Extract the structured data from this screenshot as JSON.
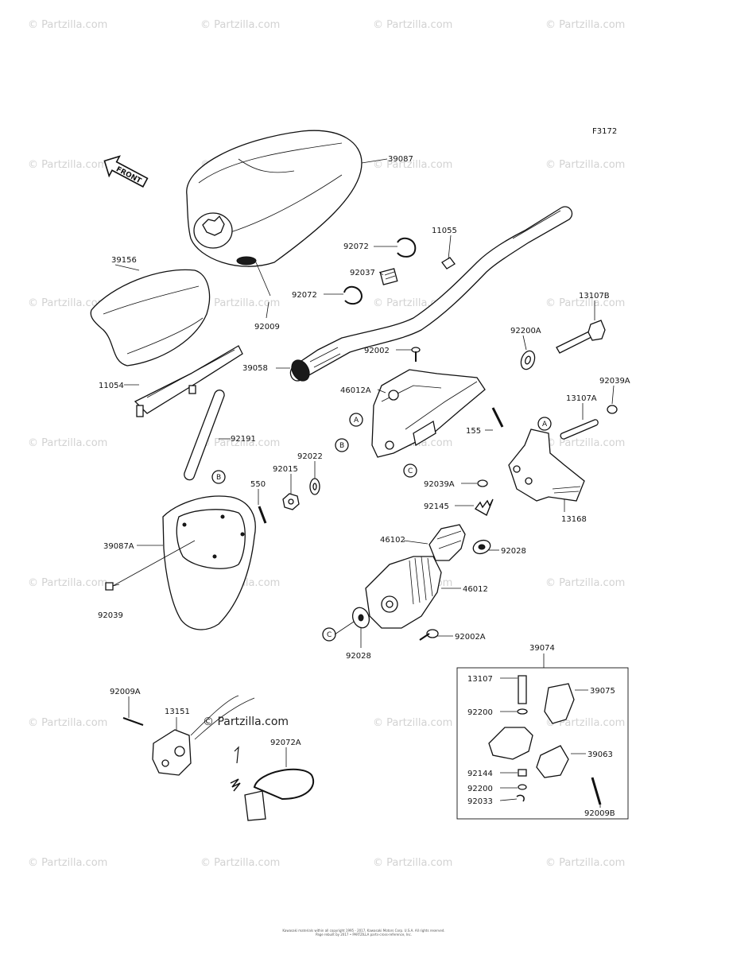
{
  "drawing_id": "F3172",
  "front_label": "FRONT",
  "watermark": "© Partzilla.com",
  "center_watermark": "© Partzilla.com",
  "footer_copyright": "Kawasaki materials within all copyright 1995 - 2017, Kawasaki Motors Corp. U.S.A. All rights reserved. Page rebuilt by 2017 • PARTZILLA parts-cross-reference, Inc.",
  "parts": {
    "p39087": "39087",
    "p39156": "39156",
    "p92009": "92009",
    "p11054": "11054",
    "p92191": "92191",
    "p39087A": "39087A",
    "p92039": "92039",
    "p550": "550",
    "p92015": "92015",
    "p92022": "92022",
    "p92072_top": "92072",
    "p92072_mid": "92072",
    "p92037": "92037",
    "p11055": "11055",
    "p92002": "92002",
    "p39058": "39058",
    "p46012A": "46012A",
    "p92200A": "92200A",
    "p13107B": "13107B",
    "p92039A_right": "92039A",
    "p13107A": "13107A",
    "p155": "155",
    "p92039A_mid": "92039A",
    "p92145": "92145",
    "p13168": "13168",
    "p46102": "46102",
    "p92028_right": "92028",
    "p46012": "46012",
    "p92002A": "92002A",
    "p92028_bottom": "92028",
    "p39074": "39074",
    "p13107": "13107",
    "p39075": "39075",
    "p92200_a": "92200",
    "p39063": "39063",
    "p92144": "92144",
    "p92200_b": "92200",
    "p92033": "92033",
    "p92009B": "92009B",
    "p92009A": "92009A",
    "p13151": "13151",
    "p92072A": "92072A"
  },
  "reference_marks": {
    "a1": "A",
    "b1": "B",
    "c1": "C",
    "a2": "A",
    "b2": "B",
    "c2": "C"
  }
}
